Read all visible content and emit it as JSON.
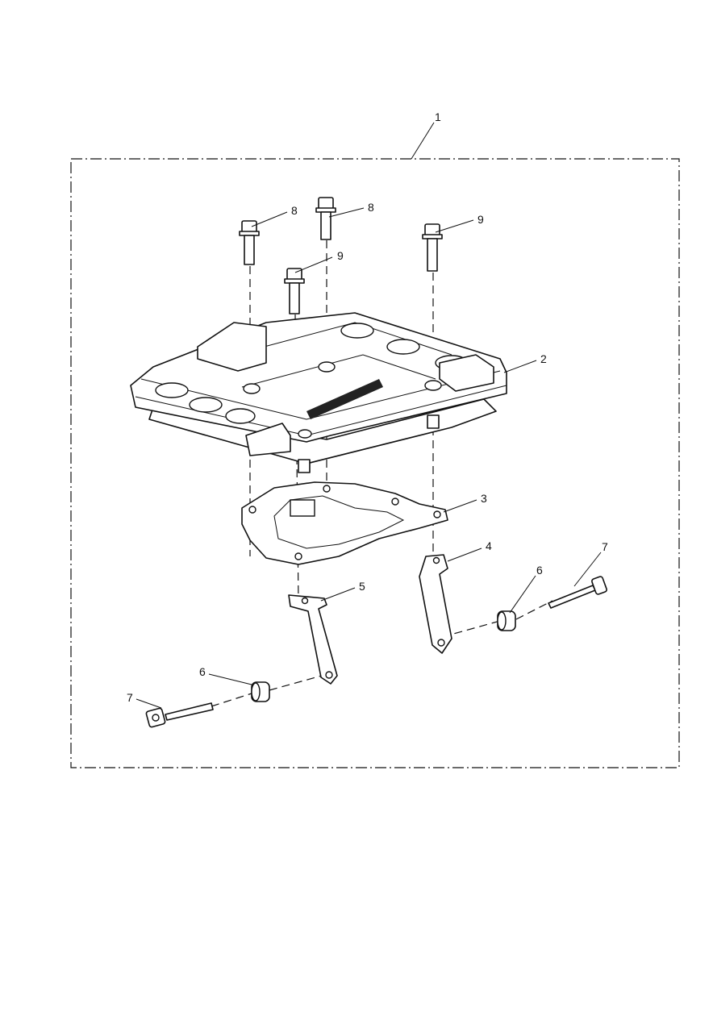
{
  "diagram": {
    "callouts": [
      {
        "id": "c1",
        "label": "1"
      },
      {
        "id": "c2",
        "label": "2"
      },
      {
        "id": "c3",
        "label": "3"
      },
      {
        "id": "c4",
        "label": "4"
      },
      {
        "id": "c5",
        "label": "5"
      },
      {
        "id": "c6a",
        "label": "6"
      },
      {
        "id": "c6b",
        "label": "6"
      },
      {
        "id": "c7a",
        "label": "7"
      },
      {
        "id": "c7b",
        "label": "7"
      },
      {
        "id": "c8a",
        "label": "8"
      },
      {
        "id": "c8b",
        "label": "8"
      },
      {
        "id": "c9a",
        "label": "9"
      },
      {
        "id": "c9b",
        "label": "9"
      }
    ]
  }
}
